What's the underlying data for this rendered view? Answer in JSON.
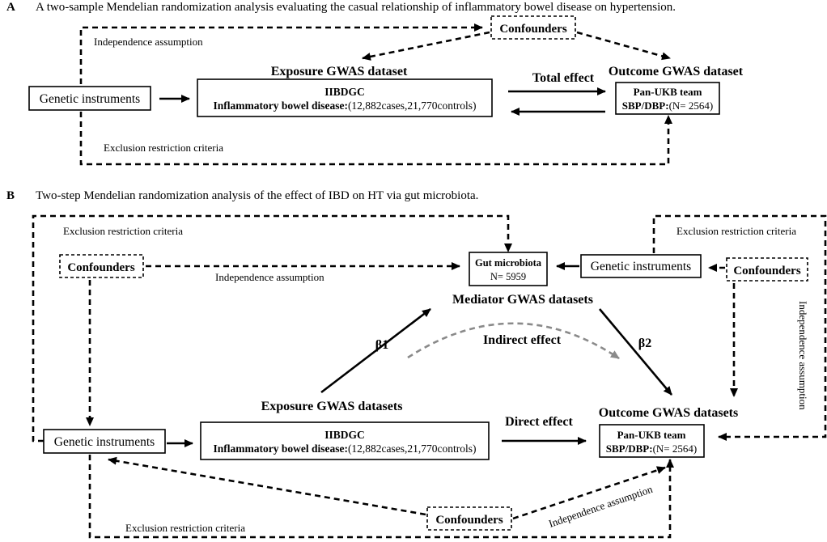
{
  "panel_a": {
    "letter": "A",
    "title": "A two-sample Mendelian randomization analysis evaluating the casual relationship of inflammatory bowel disease on hypertension.",
    "confounders": "Confounders",
    "independence_assumption": "Independence assumption",
    "genetic_instruments": "Genetic instruments",
    "exposure_heading": "Exposure GWAS dataset",
    "exposure_line1": "IIBDGC",
    "exposure_line2_bold": "Inflammatory bowel disease:",
    "exposure_line2_rest": "(12,882cases,21,770controls)",
    "total_effect": "Total effect",
    "outcome_heading": "Outcome GWAS dataset",
    "outcome_line1": "Pan-UKB team",
    "outcome_line2_bold": "SBP/DBP:",
    "outcome_line2_rest": "(N= 2564)",
    "exclusion": "Exclusion restriction criteria"
  },
  "panel_b": {
    "letter": "B",
    "title": "Two-step Mendelian randomization analysis of the effect of IBD on HT via gut microbiota.",
    "exclusion_top_left": "Exclusion restriction criteria",
    "exclusion_top_right": "Exclusion restriction criteria",
    "exclusion_bottom": "Exclusion restriction criteria",
    "confounders_left": "Confounders",
    "confounders_right": "Confounders",
    "confounders_bottom": "Confounders",
    "independence_left": "Independence assumption",
    "independence_right_vertical": "Independence assumption",
    "independence_bottom": "Independence assumption",
    "gut_line1": "Gut microbiota",
    "gut_line2": "N= 5959",
    "genetic_right": "Genetic instruments",
    "genetic_left": "Genetic instruments",
    "mediator_heading": "Mediator GWAS datasets",
    "beta1": "β1",
    "beta2": "β2",
    "indirect_effect": "Indirect effect",
    "exposure_heading": "Exposure GWAS datasets",
    "exposure_line1": "IIBDGC",
    "exposure_line2_bold": "Inflammatory bowel disease:",
    "exposure_line2_rest": "(12,882cases,21,770controls)",
    "direct_effect": "Direct effect",
    "outcome_heading": "Outcome GWAS datasets",
    "outcome_line1": "Pan-UKB team",
    "outcome_line2_bold": "SBP/DBP:",
    "outcome_line2_rest": "(N= 2564)"
  }
}
